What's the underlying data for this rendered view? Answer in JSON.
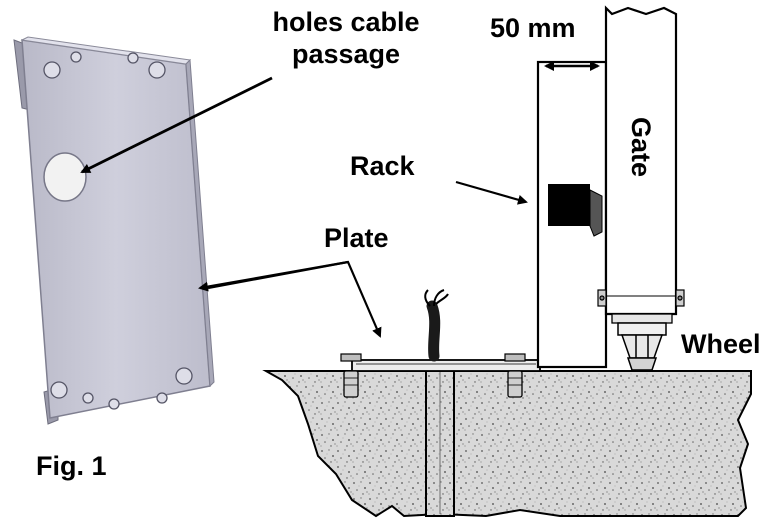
{
  "labels": {
    "holes_line1": "holes  cable",
    "holes_line2": "passage",
    "gap": "50 mm",
    "rack": "Rack",
    "plate": "Plate",
    "gate": "Gate",
    "wheel": "Wheel",
    "figure": "Fig. 1"
  },
  "colors": {
    "plate_fill": "#c9c9d6",
    "plate_edge": "#8a8a99",
    "concrete_fill": "#d6d6d6",
    "line": "#000000",
    "rack_block": "#000000"
  }
}
